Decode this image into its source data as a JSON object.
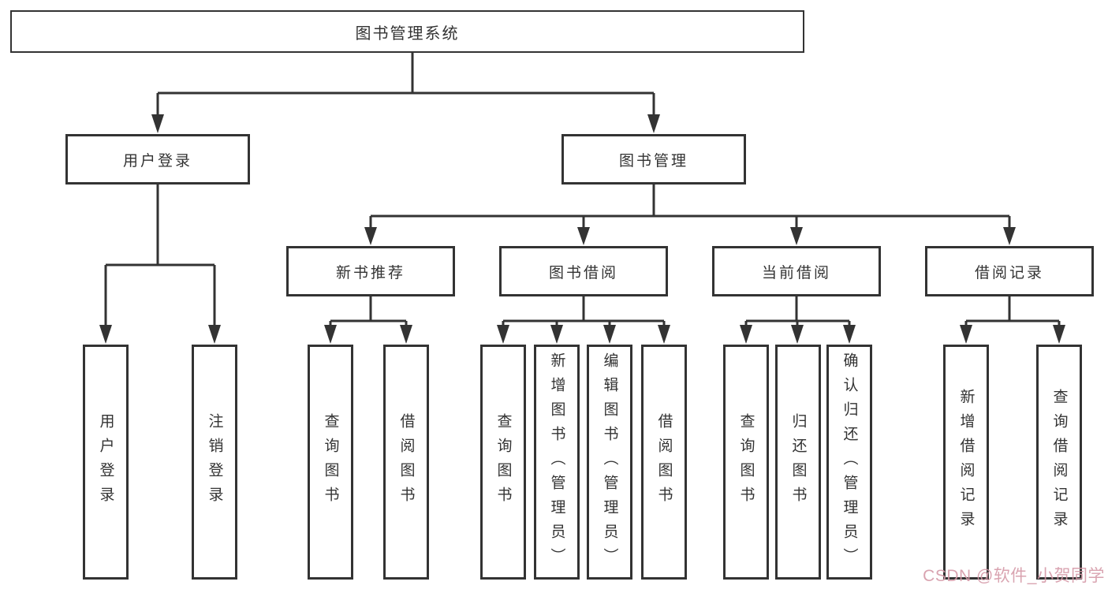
{
  "root": {
    "label": "图书管理系统"
  },
  "branches": [
    {
      "label": "用户登录",
      "children": [
        {
          "label": "用户登录"
        },
        {
          "label": "注销登录"
        }
      ]
    },
    {
      "label": "图书管理",
      "groups": [
        {
          "label": "新书推荐",
          "children": [
            {
              "label": "查询图书"
            },
            {
              "label": "借阅图书"
            }
          ]
        },
        {
          "label": "图书借阅",
          "children": [
            {
              "label": "查询图书"
            },
            {
              "label": "新增图书（管理员）"
            },
            {
              "label": "编辑图书（管理员）"
            },
            {
              "label": "借阅图书"
            }
          ]
        },
        {
          "label": "当前借阅",
          "children": [
            {
              "label": "查询图书"
            },
            {
              "label": "归还图书"
            },
            {
              "label": "确认归还（管理员）"
            }
          ]
        },
        {
          "label": "借阅记录",
          "children": [
            {
              "label": "新增借阅记录"
            },
            {
              "label": "查询借阅记录"
            }
          ]
        }
      ]
    }
  ],
  "watermark": {
    "text": "CSDN @软件_小贺同学"
  },
  "colors": {
    "line": "#333333",
    "text": "#333333",
    "box_fill": "#ffffff",
    "background": "#ffffff",
    "watermark": "#d59aa8"
  }
}
